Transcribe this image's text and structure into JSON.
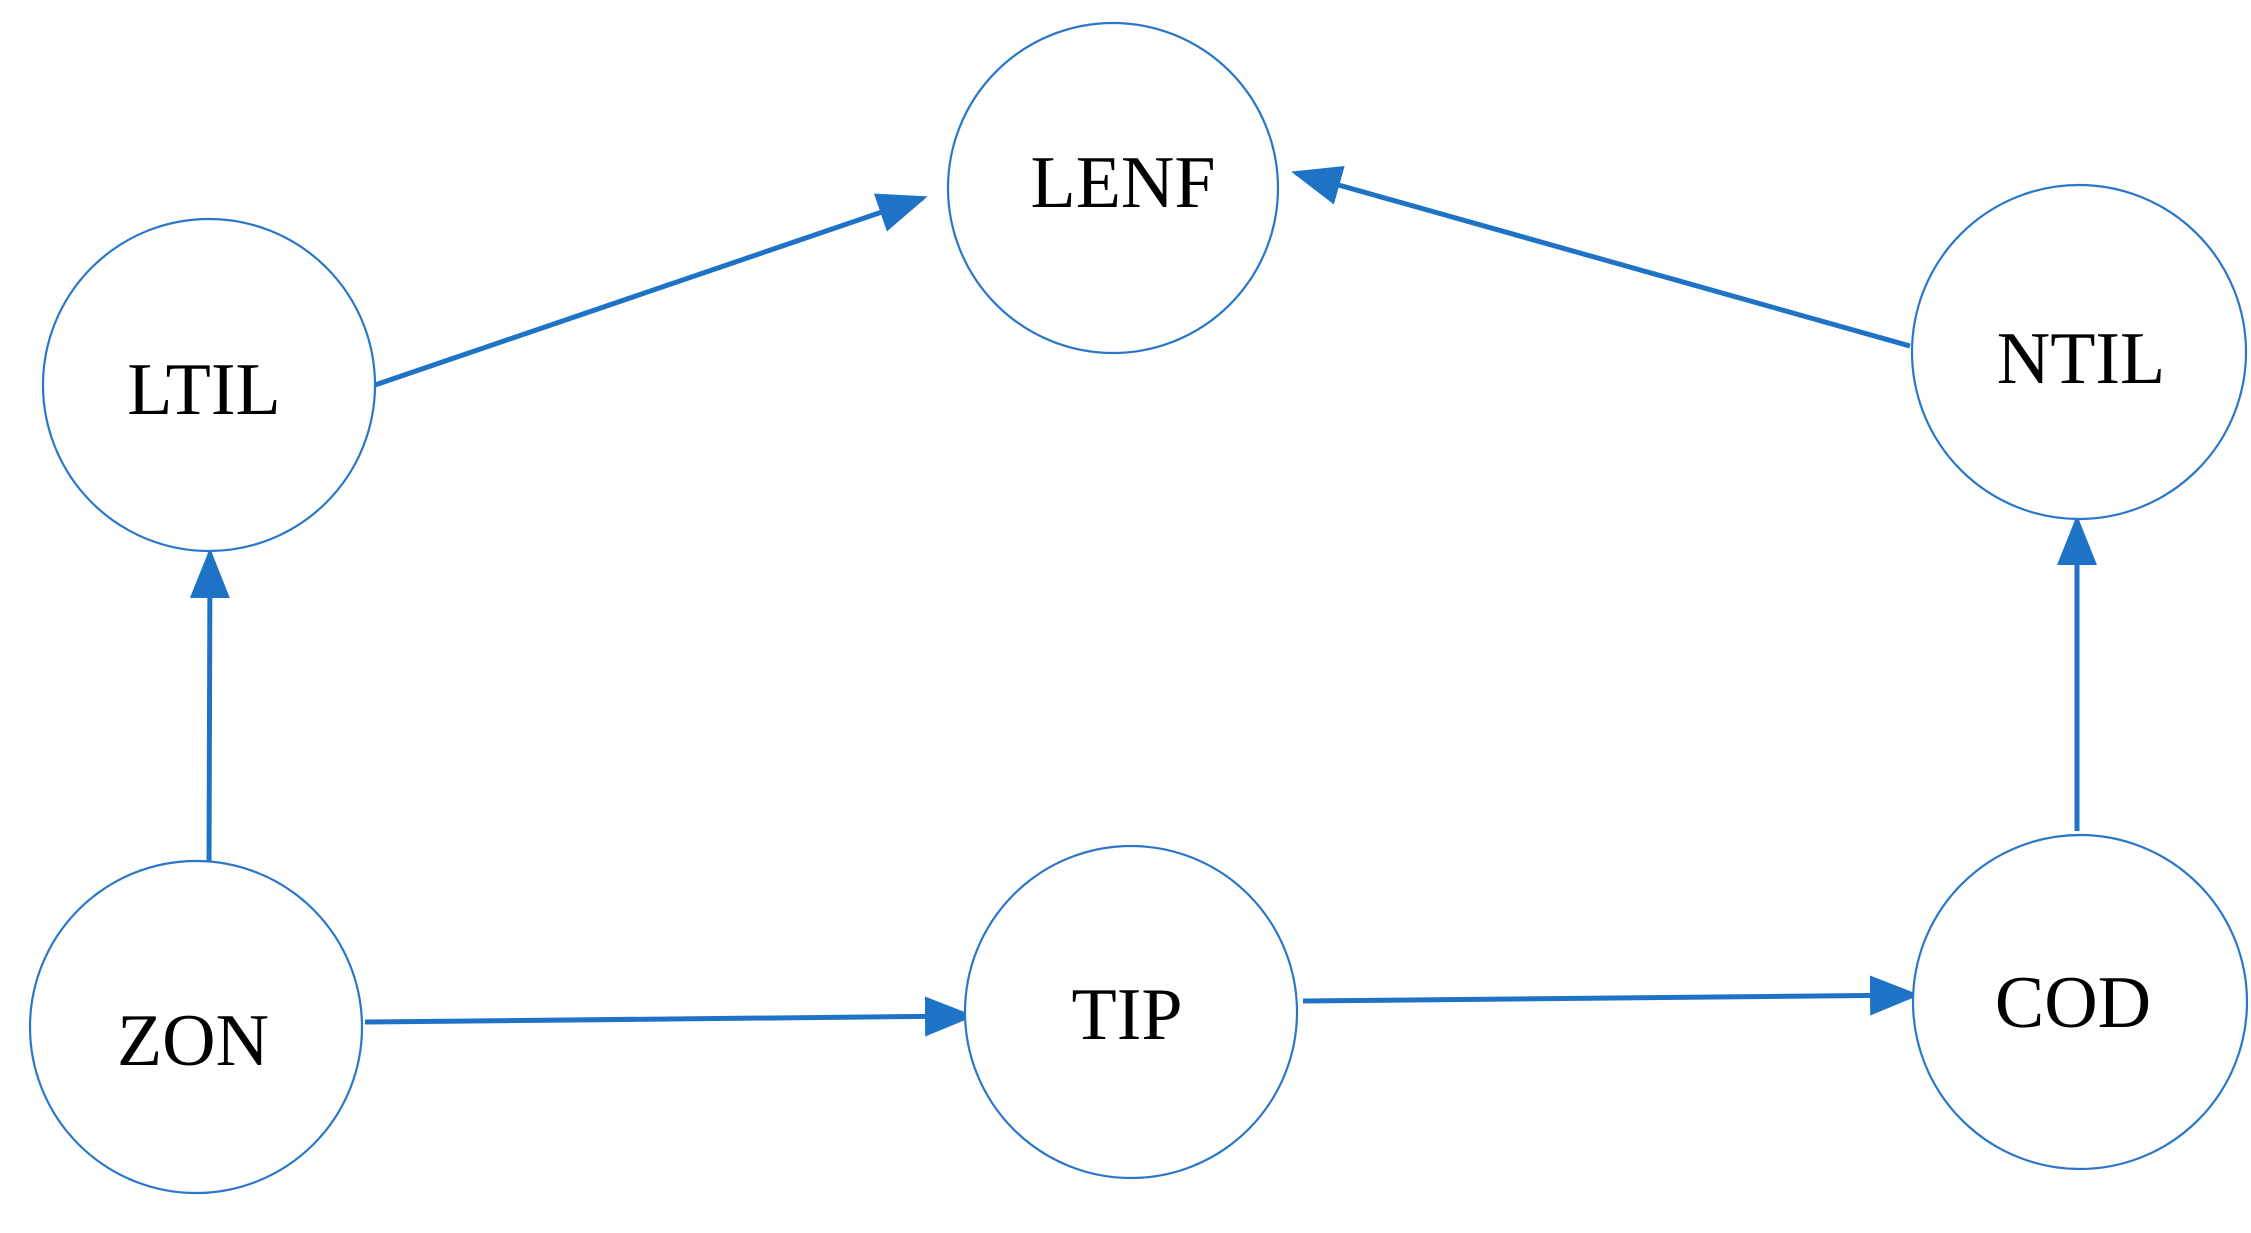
{
  "diagram": {
    "colors": {
      "node_stroke": "#2a77c9",
      "edge": "#1f73c6",
      "label": "#000000",
      "background": "#ffffff"
    },
    "nodes": [
      {
        "id": "lenf",
        "label": "LENF"
      },
      {
        "id": "ltil",
        "label": "LTIL"
      },
      {
        "id": "ntil",
        "label": "NTIL"
      },
      {
        "id": "zon",
        "label": "ZON"
      },
      {
        "id": "tip",
        "label": "TIP"
      },
      {
        "id": "cod",
        "label": "COD"
      }
    ],
    "edges": [
      {
        "from": "ltil",
        "to": "lenf"
      },
      {
        "from": "ntil",
        "to": "lenf"
      },
      {
        "from": "zon",
        "to": "ltil"
      },
      {
        "from": "cod",
        "to": "ntil"
      },
      {
        "from": "zon",
        "to": "tip"
      },
      {
        "from": "tip",
        "to": "cod"
      }
    ]
  }
}
